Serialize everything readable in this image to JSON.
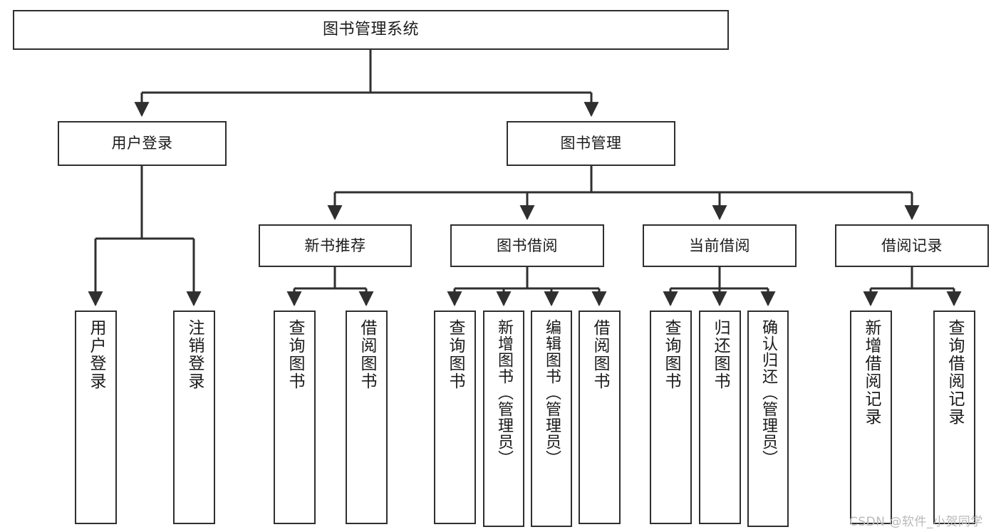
{
  "diagram": {
    "type": "tree",
    "title": "图书管理系统",
    "root": {
      "label": "图书管理系统"
    },
    "level2": [
      {
        "label": "用户登录"
      },
      {
        "label": "图书管理"
      }
    ],
    "level3": [
      {
        "label": "新书推荐"
      },
      {
        "label": "图书借阅"
      },
      {
        "label": "当前借阅"
      },
      {
        "label": "借阅记录"
      }
    ],
    "leaves": {
      "user_login": [
        {
          "label": "用户登录"
        },
        {
          "label": "注销登录"
        }
      ],
      "new_book_recommend": [
        {
          "label": "查询图书"
        },
        {
          "label": "借阅图书"
        }
      ],
      "book_borrow": [
        {
          "label": "查询图书"
        },
        {
          "label": "新增图书（管理员）"
        },
        {
          "label": "编辑图书（管理员）"
        },
        {
          "label": "借阅图书"
        }
      ],
      "current_borrow": [
        {
          "label": "查询图书"
        },
        {
          "label": "归还图书"
        },
        {
          "label": "确认归还（管理员）"
        }
      ],
      "borrow_record": [
        {
          "label": "新增借阅记录"
        },
        {
          "label": "查询借阅记录"
        }
      ]
    }
  },
  "watermark": {
    "text": "CSDN @软件_小贺同学"
  },
  "colors": {
    "stroke": "#2f2f2f",
    "fill": "#ffffff",
    "text": "#1a1a1a",
    "watermark": "#b9b9b9"
  }
}
